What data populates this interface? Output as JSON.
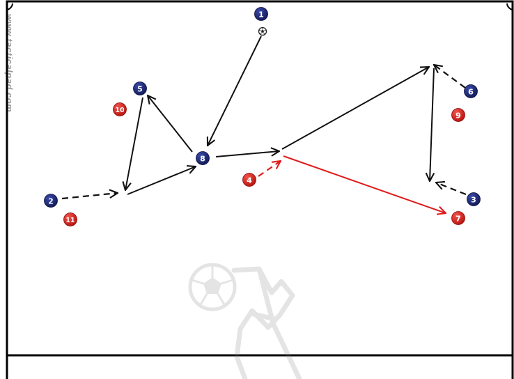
{
  "watermark": {
    "url_text": "www.tacticalpad.com",
    "logo_icon": "tacticalpad-logo-icon"
  },
  "colors": {
    "blue_team": "#16226b",
    "red_team": "#d3201f",
    "pass_arrow": "#111111",
    "red_arrow": "#e01b1b",
    "field_line": "#000000"
  },
  "ball_icon": "soccer-ball-icon",
  "players": [
    {
      "id": "blue-1",
      "team": "blue",
      "number": "1"
    },
    {
      "id": "blue-2",
      "team": "blue",
      "number": "2"
    },
    {
      "id": "blue-3",
      "team": "blue",
      "number": "3"
    },
    {
      "id": "blue-5",
      "team": "blue",
      "number": "5"
    },
    {
      "id": "blue-6",
      "team": "blue",
      "number": "6"
    },
    {
      "id": "blue-8",
      "team": "blue",
      "number": "8"
    },
    {
      "id": "red-4",
      "team": "red",
      "number": "4"
    },
    {
      "id": "red-7",
      "team": "red",
      "number": "7"
    },
    {
      "id": "red-9",
      "team": "red",
      "number": "9"
    },
    {
      "id": "red-10",
      "team": "red",
      "number": "10"
    },
    {
      "id": "red-11",
      "team": "red",
      "number": "11"
    }
  ],
  "movements": [
    {
      "id": "pass-1-to-8",
      "style": "solid",
      "color": "black"
    },
    {
      "id": "pass-8-to-5",
      "style": "solid",
      "color": "black"
    },
    {
      "id": "pass-5-down",
      "style": "solid",
      "color": "black"
    },
    {
      "id": "pass-to-8",
      "style": "solid",
      "color": "black"
    },
    {
      "id": "run-2",
      "style": "dashed",
      "color": "black"
    },
    {
      "id": "pass-8-right",
      "style": "solid",
      "color": "black"
    },
    {
      "id": "pass-long-up",
      "style": "solid",
      "color": "black"
    },
    {
      "id": "pass-down-right",
      "style": "solid",
      "color": "black"
    },
    {
      "id": "run-6",
      "style": "dashed",
      "color": "black"
    },
    {
      "id": "run-3",
      "style": "dashed",
      "color": "black"
    },
    {
      "id": "run-4",
      "style": "dashed",
      "color": "red"
    },
    {
      "id": "red-run-to-7",
      "style": "solid",
      "color": "red"
    }
  ]
}
